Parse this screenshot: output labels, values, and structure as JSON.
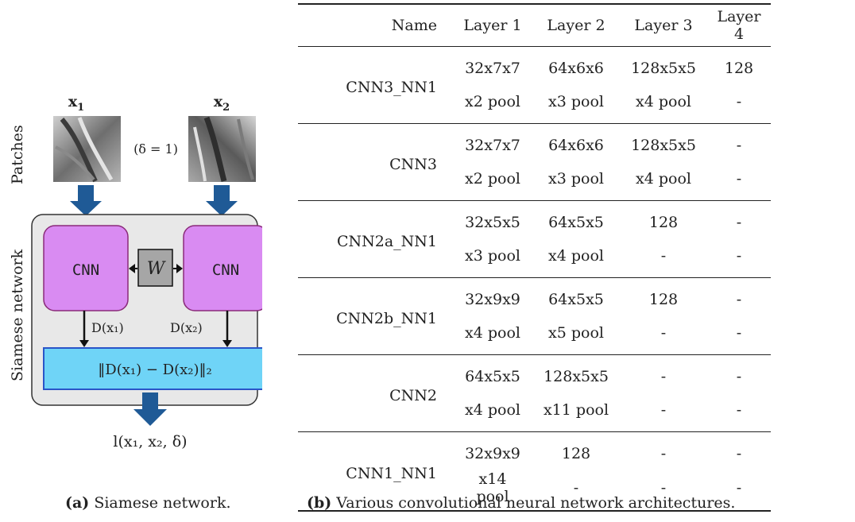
{
  "figure_a": {
    "patch_label_1": "x",
    "patch_label_1_sub": "1",
    "patch_label_2": "x",
    "patch_label_2_sub": "2",
    "delta_label": "(δ = 1)",
    "side_label_patches": "Patches",
    "side_label_siamese": "Siamese network",
    "cnn_left": "CNN",
    "cnn_right": "CNN",
    "weight_label": "W",
    "d_left": "D(x₁)",
    "d_right": "D(x₂)",
    "distance_label": "‖D(x₁) − D(x₂)‖₂",
    "loss_label": "l(x₁, x₂, δ)",
    "colors": {
      "arrow_blue": "#1f5a96",
      "cnn_fill": "#d98bf2",
      "cnn_stroke": "#8a2a7a",
      "distance_fill": "#6fd4f7",
      "distance_stroke": "#2a55c8",
      "container_fill": "#e8e8e8",
      "weight_fill": "#a6a6a6"
    }
  },
  "table": {
    "headers": [
      "Name",
      "Layer 1",
      "Layer 2",
      "Layer 3",
      "Layer 4"
    ],
    "rows": [
      {
        "name": "CNN3_NN1",
        "row1": [
          "32x7x7",
          "64x6x6",
          "128x5x5",
          "128"
        ],
        "row2": [
          "x2 pool",
          "x3 pool",
          "x4 pool",
          "-"
        ]
      },
      {
        "name": "CNN3",
        "row1": [
          "32x7x7",
          "64x6x6",
          "128x5x5",
          "-"
        ],
        "row2": [
          "x2 pool",
          "x3 pool",
          "x4 pool",
          "-"
        ]
      },
      {
        "name": "CNN2a_NN1",
        "row1": [
          "32x5x5",
          "64x5x5",
          "128",
          "-"
        ],
        "row2": [
          "x3 pool",
          "x4 pool",
          "-",
          "-"
        ]
      },
      {
        "name": "CNN2b_NN1",
        "row1": [
          "32x9x9",
          "64x5x5",
          "128",
          "-"
        ],
        "row2": [
          "x4 pool",
          "x5 pool",
          "-",
          "-"
        ]
      },
      {
        "name": "CNN2",
        "row1": [
          "64x5x5",
          "128x5x5",
          "-",
          "-"
        ],
        "row2": [
          "x4 pool",
          "x11 pool",
          "-",
          "-"
        ]
      },
      {
        "name": "CNN1_NN1",
        "row1": [
          "32x9x9",
          "128",
          "-",
          "-"
        ],
        "row2": [
          "x14 pool",
          "-",
          "-",
          "-"
        ]
      }
    ]
  },
  "captions": {
    "a_tag": "(a)",
    "a_text": " Siamese network.",
    "b_tag": "(b)",
    "b_text": " Various convolutional neural network architectures."
  }
}
